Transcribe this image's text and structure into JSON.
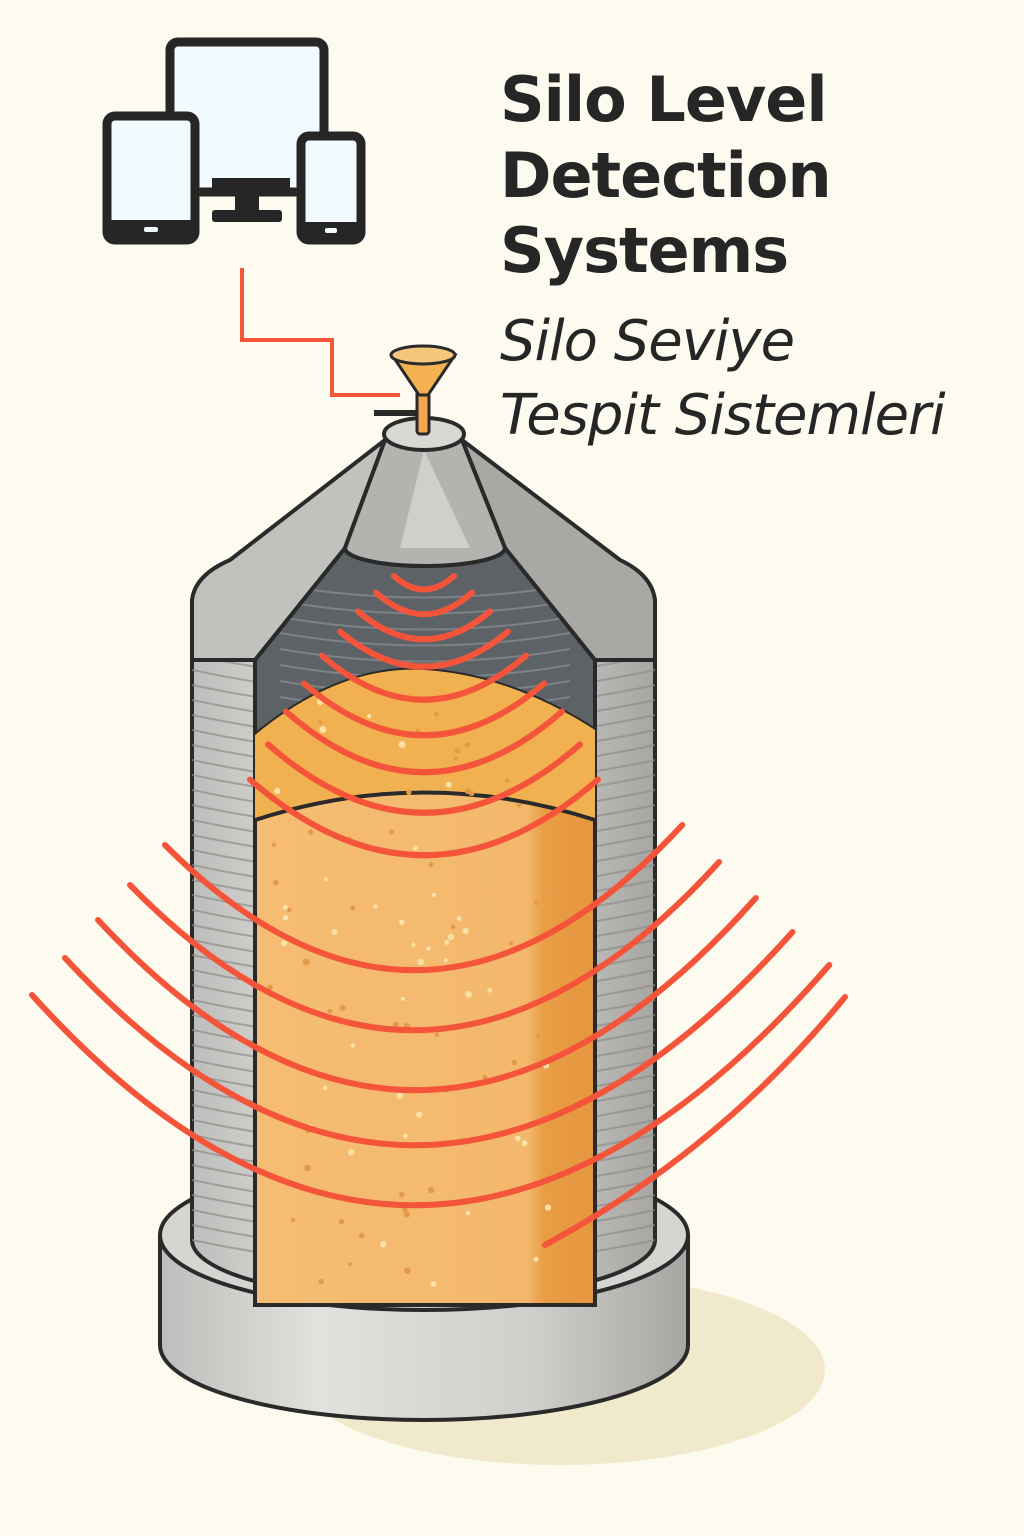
{
  "title": {
    "lines": [
      "Silo Level",
      "Detection",
      "Systems"
    ],
    "subtitle_lines": [
      "Silo Seviye",
      "Tespit Sistemleri"
    ]
  },
  "icons": [
    "monitor-icon",
    "tablet-icon",
    "smartphone-icon",
    "level-sensor-icon"
  ],
  "colors": {
    "background": "#fdfbef",
    "signal": "#f4553a",
    "grain": "#f3b86c",
    "steel": "#c9c9c6",
    "outline": "#2a2a2a"
  }
}
